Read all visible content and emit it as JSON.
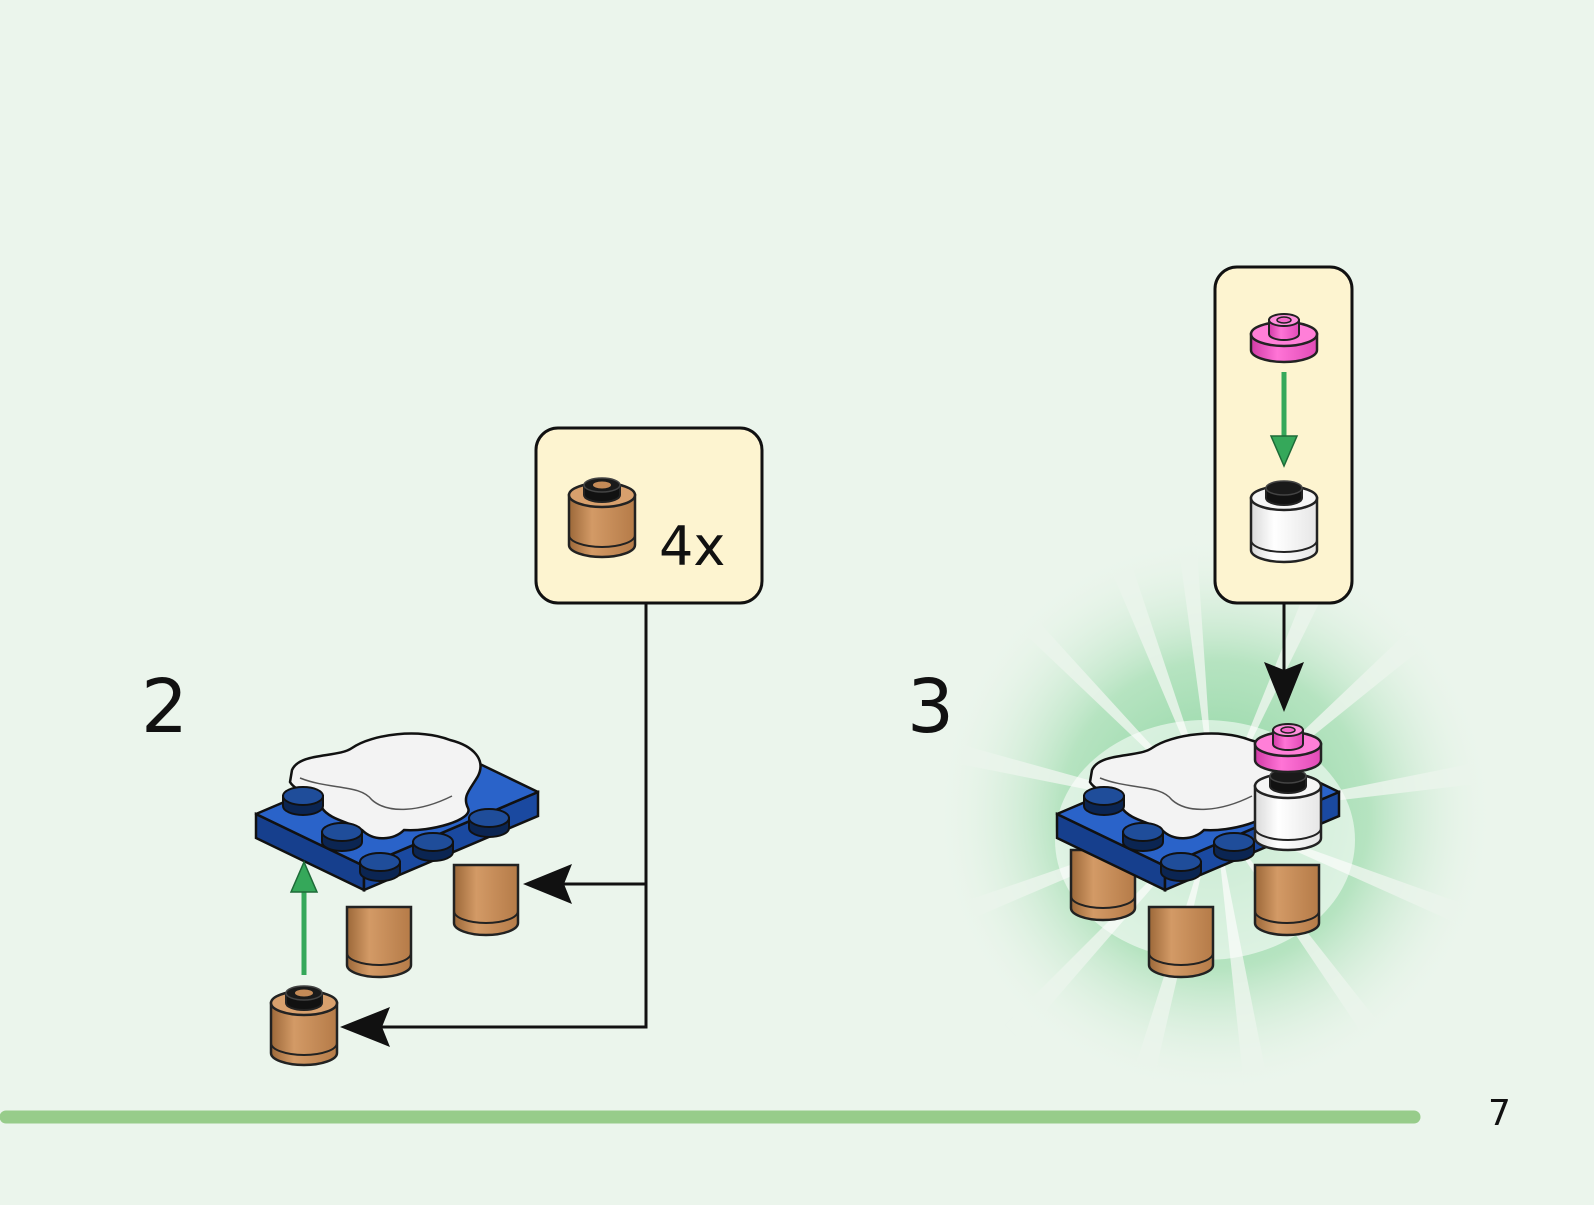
{
  "page": {
    "number": "7",
    "background": "#ebf5ec",
    "progress_bar_color": "#97cc8a"
  },
  "steps": [
    {
      "number": "2",
      "callout": {
        "quantity": "4x",
        "parts": [
          "round-brick-1x1-tan-icon"
        ]
      }
    },
    {
      "number": "3",
      "callout": {
        "parts": [
          "round-plate-1x1-pink-icon",
          "round-brick-1x1-white-icon"
        ]
      }
    }
  ],
  "colors": {
    "callout_fill": "#fdf4d0",
    "plate_blue": "#1d4fa7",
    "stud_dark_blue": "#0f2e66",
    "tan": "#c48a57",
    "cloth_white": "#f3f3f3",
    "pink": "#f25ac6",
    "assembly_arrow": "#35a85a",
    "burst_green": "#7fcf96"
  }
}
